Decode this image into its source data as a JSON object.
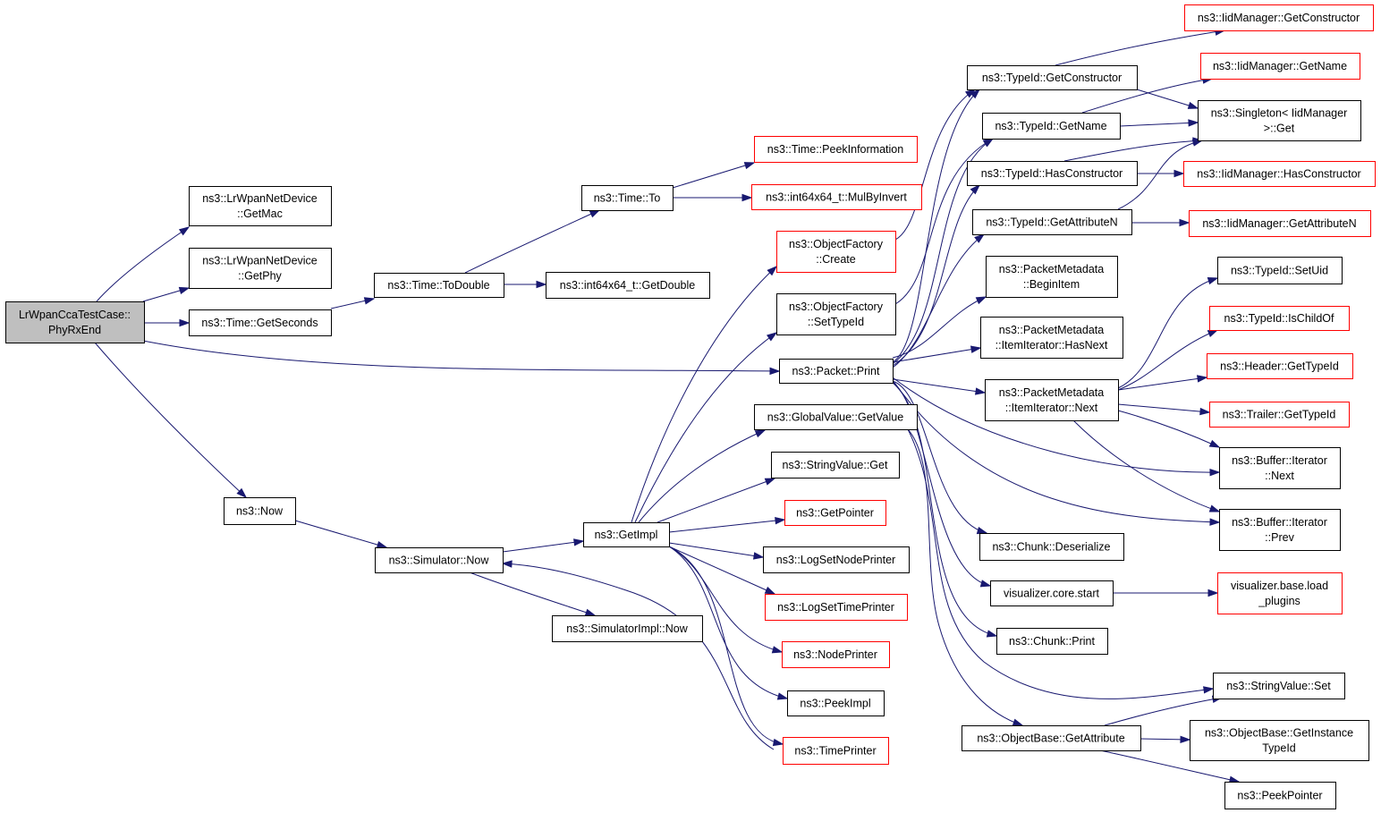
{
  "graph": {
    "nodes": [
      {
        "id": "root",
        "lines": [
          "LrWpanCcaTestCase::",
          "PhyRxEnd"
        ],
        "style": "root"
      },
      {
        "id": "getmac",
        "lines": [
          "ns3::LrWpanNetDevice",
          "::GetMac"
        ],
        "style": "normal"
      },
      {
        "id": "getphy",
        "lines": [
          "ns3::LrWpanNetDevice",
          "::GetPhy"
        ],
        "style": "normal"
      },
      {
        "id": "getseconds",
        "lines": [
          "ns3::Time::GetSeconds"
        ],
        "style": "normal"
      },
      {
        "id": "todouble",
        "lines": [
          "ns3::Time::ToDouble"
        ],
        "style": "normal"
      },
      {
        "id": "int64getdouble",
        "lines": [
          "ns3::int64x64_t::GetDouble"
        ],
        "style": "normal"
      },
      {
        "id": "timeto",
        "lines": [
          "ns3::Time::To"
        ],
        "style": "normal"
      },
      {
        "id": "peekinfo",
        "lines": [
          "ns3::Time::PeekInformation"
        ],
        "style": "red"
      },
      {
        "id": "mulbyinvert",
        "lines": [
          "ns3::int64x64_t::MulByInvert"
        ],
        "style": "red"
      },
      {
        "id": "now",
        "lines": [
          "ns3::Now"
        ],
        "style": "normal"
      },
      {
        "id": "simnow",
        "lines": [
          "ns3::Simulator::Now"
        ],
        "style": "normal"
      },
      {
        "id": "simimplnow",
        "lines": [
          "ns3::SimulatorImpl::Now"
        ],
        "style": "normal"
      },
      {
        "id": "getimpl",
        "lines": [
          "ns3::GetImpl"
        ],
        "style": "normal"
      },
      {
        "id": "ofcreate",
        "lines": [
          "ns3::ObjectFactory",
          "::Create"
        ],
        "style": "red"
      },
      {
        "id": "ofsettypeid",
        "lines": [
          "ns3::ObjectFactory",
          "::SetTypeId"
        ],
        "style": "normal"
      },
      {
        "id": "packetprint",
        "lines": [
          "ns3::Packet::Print"
        ],
        "style": "normal"
      },
      {
        "id": "gvgetvalue",
        "lines": [
          "ns3::GlobalValue::GetValue"
        ],
        "style": "normal"
      },
      {
        "id": "svget",
        "lines": [
          "ns3::StringValue::Get"
        ],
        "style": "normal"
      },
      {
        "id": "getpointer",
        "lines": [
          "ns3::GetPointer"
        ],
        "style": "red"
      },
      {
        "id": "logsetnode",
        "lines": [
          "ns3::LogSetNodePrinter"
        ],
        "style": "normal"
      },
      {
        "id": "logsettime",
        "lines": [
          "ns3::LogSetTimePrinter"
        ],
        "style": "red"
      },
      {
        "id": "nodeprinter",
        "lines": [
          "ns3::NodePrinter"
        ],
        "style": "red"
      },
      {
        "id": "peekimpl",
        "lines": [
          "ns3::PeekImpl"
        ],
        "style": "normal"
      },
      {
        "id": "timeprinter",
        "lines": [
          "ns3::TimePrinter"
        ],
        "style": "red"
      },
      {
        "id": "tidgetctor",
        "lines": [
          "ns3::TypeId::GetConstructor"
        ],
        "style": "normal"
      },
      {
        "id": "tidgetname",
        "lines": [
          "ns3::TypeId::GetName"
        ],
        "style": "normal"
      },
      {
        "id": "tidhasctor",
        "lines": [
          "ns3::TypeId::HasConstructor"
        ],
        "style": "normal"
      },
      {
        "id": "tidgetattrn",
        "lines": [
          "ns3::TypeId::GetAttributeN"
        ],
        "style": "normal"
      },
      {
        "id": "pmbeginitem",
        "lines": [
          "ns3::PacketMetadata",
          "::BeginItem"
        ],
        "style": "normal"
      },
      {
        "id": "pmhasnext",
        "lines": [
          "ns3::PacketMetadata",
          "::ItemIterator::HasNext"
        ],
        "style": "normal"
      },
      {
        "id": "pmnext",
        "lines": [
          "ns3::PacketMetadata",
          "::ItemIterator::Next"
        ],
        "style": "normal"
      },
      {
        "id": "chunkdeser",
        "lines": [
          "ns3::Chunk::Deserialize"
        ],
        "style": "normal"
      },
      {
        "id": "vizstart",
        "lines": [
          "visualizer.core.start"
        ],
        "style": "normal"
      },
      {
        "id": "chunkprint",
        "lines": [
          "ns3::Chunk::Print"
        ],
        "style": "normal"
      },
      {
        "id": "obgetattr",
        "lines": [
          "ns3::ObjectBase::GetAttribute"
        ],
        "style": "normal"
      },
      {
        "id": "iidgetctor",
        "lines": [
          "ns3::IidManager::GetConstructor"
        ],
        "style": "red"
      },
      {
        "id": "iidgetname",
        "lines": [
          "ns3::IidManager::GetName"
        ],
        "style": "red"
      },
      {
        "id": "singletonget",
        "lines": [
          "ns3::Singleton< IidManager",
          ">::Get"
        ],
        "style": "normal"
      },
      {
        "id": "iidhasctor",
        "lines": [
          "ns3::IidManager::HasConstructor"
        ],
        "style": "red"
      },
      {
        "id": "iidgetattrn",
        "lines": [
          "ns3::IidManager::GetAttributeN"
        ],
        "style": "red"
      },
      {
        "id": "tidsetuid",
        "lines": [
          "ns3::TypeId::SetUid"
        ],
        "style": "normal"
      },
      {
        "id": "tidischild",
        "lines": [
          "ns3::TypeId::IsChildOf"
        ],
        "style": "red"
      },
      {
        "id": "headergettid",
        "lines": [
          "ns3::Header::GetTypeId"
        ],
        "style": "red"
      },
      {
        "id": "trailergettid",
        "lines": [
          "ns3::Trailer::GetTypeId"
        ],
        "style": "red"
      },
      {
        "id": "bufnext",
        "lines": [
          "ns3::Buffer::Iterator",
          "::Next"
        ],
        "style": "normal"
      },
      {
        "id": "bufprev",
        "lines": [
          "ns3::Buffer::Iterator",
          "::Prev"
        ],
        "style": "normal"
      },
      {
        "id": "vizloadplugins",
        "lines": [
          "visualizer.base.load",
          "_plugins"
        ],
        "style": "red"
      },
      {
        "id": "svset",
        "lines": [
          "ns3::StringValue::Set"
        ],
        "style": "normal"
      },
      {
        "id": "obgetinst",
        "lines": [
          "ns3::ObjectBase::GetInstance",
          "TypeId"
        ],
        "style": "normal"
      },
      {
        "id": "peekpointer",
        "lines": [
          "ns3::PeekPointer"
        ],
        "style": "normal"
      }
    ]
  }
}
